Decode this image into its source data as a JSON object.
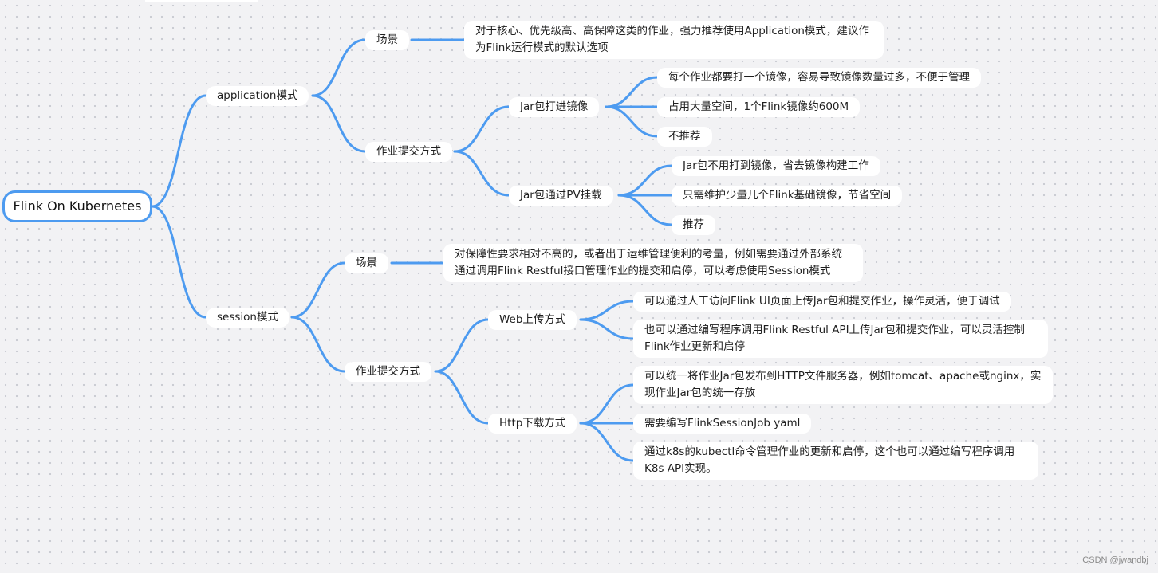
{
  "root": "Flink On Kubernetes",
  "application": {
    "label": "application模式",
    "scene": {
      "label": "场景",
      "text": "对于核心、优先级高、高保障这类的作业，强力推荐使用Application模式，建议作为Flink运行模式的默认选项"
    },
    "submit": {
      "label": "作业提交方式",
      "jar_in_image": {
        "label": "Jar包打进镜像",
        "items": [
          "每个作业都要打一个镜像，容易导致镜像数量过多，不便于管理",
          "占用大量空间，1个Flink镜像约600M",
          "不推荐"
        ]
      },
      "jar_pv": {
        "label": "Jar包通过PV挂载",
        "items": [
          "Jar包不用打到镜像，省去镜像构建工作",
          "只需维护少量几个Flink基础镜像，节省空间",
          "推荐"
        ]
      }
    }
  },
  "session": {
    "label": "session模式",
    "scene": {
      "label": "场景",
      "text": "对保障性要求相对不高的，或者出于运维管理便利的考量，例如需要通过外部系统通过调用Flink Restful接口管理作业的提交和启停，可以考虑使用Session模式"
    },
    "submit": {
      "label": "作业提交方式",
      "web": {
        "label": "Web上传方式",
        "items": [
          "可以通过人工访问Flink UI页面上传Jar包和提交作业，操作灵活，便于调试",
          "也可以通过编写程序调用Flink Restful API上传Jar包和提交作业，可以灵活控制Flink作业更新和启停"
        ]
      },
      "http": {
        "label": "Http下载方式",
        "items": [
          "可以统一将作业Jar包发布到HTTP文件服务器，例如tomcat、apache或nginx，实现作业Jar包的统一存放",
          "需要编写FlinkSessionJob yaml",
          "通过k8s的kubectl命令管理作业的更新和启停，这个也可以通过编写程序调用K8s API实现。"
        ]
      }
    }
  },
  "watermark": "CSDN @jwandbj",
  "colors": {
    "edge": "#4d9bf0",
    "root_border": "#4d9bf0",
    "node_bg": "#ffffff",
    "canvas_bg": "#f2f2f4"
  }
}
